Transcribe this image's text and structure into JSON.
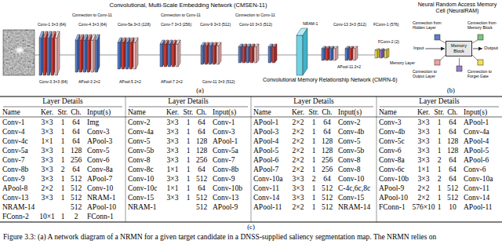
{
  "diagram": {
    "caption": "Figure 3.3: (a) A network diagram of a NRMN for a given target candidate in a DNSS-supplied saliency segmentation map. The NRMN relies on",
    "nodes": [
      {
        "text": [
          "Input"
        ]
      },
      {
        "text": [
          "Memory Block"
        ]
      },
      {
        "text": [
          "Output"
        ]
      }
    ],
    "edges": [
      {
        "from": 0,
        "to": 1,
        "arrow": "to"
      },
      {
        "from": 1,
        "to": 2,
        "arrow": "to"
      }
    ],
    "labels": [
      "Convolutional, Multi-Scale Embedding Network (CMSEN-11)",
      "Connection to Conv-11",
      "Connection to Conv-11",
      "Connection to Conv-11",
      "Conv-1 3×3 (64)",
      "Conv-4 3×3 (64)",
      "Conv-5a 3×3 (128)",
      "Conv-7 3×3 (256)",
      "Conv-9 3×3 (512)",
      "Conv-10 3×3 (512)",
      "NRAM-1",
      "Conv-13 3×3 (512)",
      "FConn-1 (576)",
      "Conv-3 3×3 (64)",
      "APool-3 2×2",
      "APool-5 2×2",
      "APool-7 2×2",
      "Conv-11 3×3 (512)",
      "Convolutional Memory Relationship Network (CMRN-6)",
      "APool-11 2×2",
      "Memory Layer",
      "FConn-2 (2)",
      "Neural Random Access Memory Cell (NeuralRAM)",
      "Connection from Hidden Layer",
      "Connection from Memory Block",
      "Connection to Output Layer",
      "Connection to Forget Gate",
      "(a)",
      "(b)",
      "Layer Details",
      "Layer Details",
      "Layer Details",
      "Layer Details",
      "Name",
      "Ker.",
      "Str.",
      "Ch.",
      "Input(s)",
      "Name",
      "Ker.",
      "Str.",
      "Ch.",
      "Input(s)",
      "Name",
      "Ker.",
      "Str.",
      "Ch.",
      "Input(s)",
      "Name",
      "Ker.",
      "Str.",
      "Ch.",
      "Input(s)",
      "Conv-1",
      "3×3",
      "1",
      "64",
      "Img",
      "Conv-2",
      "3×3",
      "1",
      "64",
      "Conv-1",
      "APool-1",
      "2×2",
      "1",
      "64",
      "Conv-2",
      "Conv-3",
      "3×3",
      "1",
      "64",
      "APool-1",
      "Conv-4",
      "3×3",
      "1",
      "64",
      "Conv-3",
      "Conv-4a",
      "3×3",
      "1",
      "64",
      "Conv-3",
      "APool-3",
      "2×2",
      "1",
      "64",
      "Conv-4b",
      "Conv-4b",
      "3×3",
      "1",
      "64",
      "Conv-4a",
      "Conv-4c",
      "1×1",
      "1",
      "64",
      "APool-3",
      "Conv-5",
      "3×3",
      "1",
      "128",
      "APool-1",
      "APool-4",
      "2×2",
      "1",
      "128",
      "Conv-5",
      "Conv-5c",
      "3×3",
      "1",
      "128",
      "APool-4",
      "Conv-5a",
      "3×3",
      "1",
      "128",
      "Conv-5",
      "Conv-5b",
      "3×3",
      "1",
      "128",
      "Conv-5a",
      "APool-5",
      "2×2",
      "1",
      "128",
      "Conv-5b",
      "Conv-6",
      "3×3",
      "1",
      "128",
      "APool-5",
      "Conv-7",
      "3×3",
      "1",
      "256",
      "Conv-6",
      "Conv-8",
      "3×3",
      "1",
      "256",
      "Conv-7",
      "APool-6",
      "2×2",
      "1",
      "256",
      "Conv-8",
      "Conv-8a",
      "3×3",
      "2",
      "64",
      "APool-6",
      "Conv-8b",
      "3×3",
      "2",
      "64",
      "Conv-8a",
      "Conv-8c",
      "1×1",
      "1",
      "64",
      "Conv-8b",
      "APool-7",
      "2×2",
      "1",
      "256",
      "Conv-8",
      "Conv-6c",
      "1×1",
      "1",
      "64",
      "Conv-6",
      "Conv-9",
      "3×3",
      "1",
      "512",
      "APool-7",
      "Conv-10",
      "3×3",
      "1",
      "512",
      "Conv-9",
      "Conv-10a",
      "3×3",
      "2",
      "64",
      "Conv-10",
      "Conv-10b",
      "3×3",
      "2",
      "64",
      "Conv-10a",
      "APool-8",
      "2×2",
      "1",
      "512",
      "Conv-10",
      "Conv-10c",
      "1×1",
      "1",
      "64",
      "Conv-10b",
      "Conv-11",
      "3×3",
      "1",
      "512",
      "C-4c,6c,8c",
      "APool-9",
      "2×2",
      "1",
      "512",
      "Conv-11",
      "Conv-13",
      "3×3",
      "1",
      "512",
      "NRAM-1",
      "Conv-15",
      "3×3",
      "1",
      "512",
      "Conv-13",
      "Conv-14",
      "3×3",
      "1",
      "512",
      "Conv-15",
      "APool-10",
      "2×2",
      "1",
      "512",
      "Conv-14",
      "NRAM-14",
      "512",
      "APool-10",
      "NRAM-1",
      "512",
      "APool-9",
      "APool-11",
      "2×2",
      "1",
      "512",
      "NRAM-14",
      "FConn-1",
      "576×10",
      "1",
      "10",
      "APool-11",
      "FConn-2",
      "10×1",
      "1",
      "2",
      "FConn-1",
      "(c)"
    ]
  }
}
